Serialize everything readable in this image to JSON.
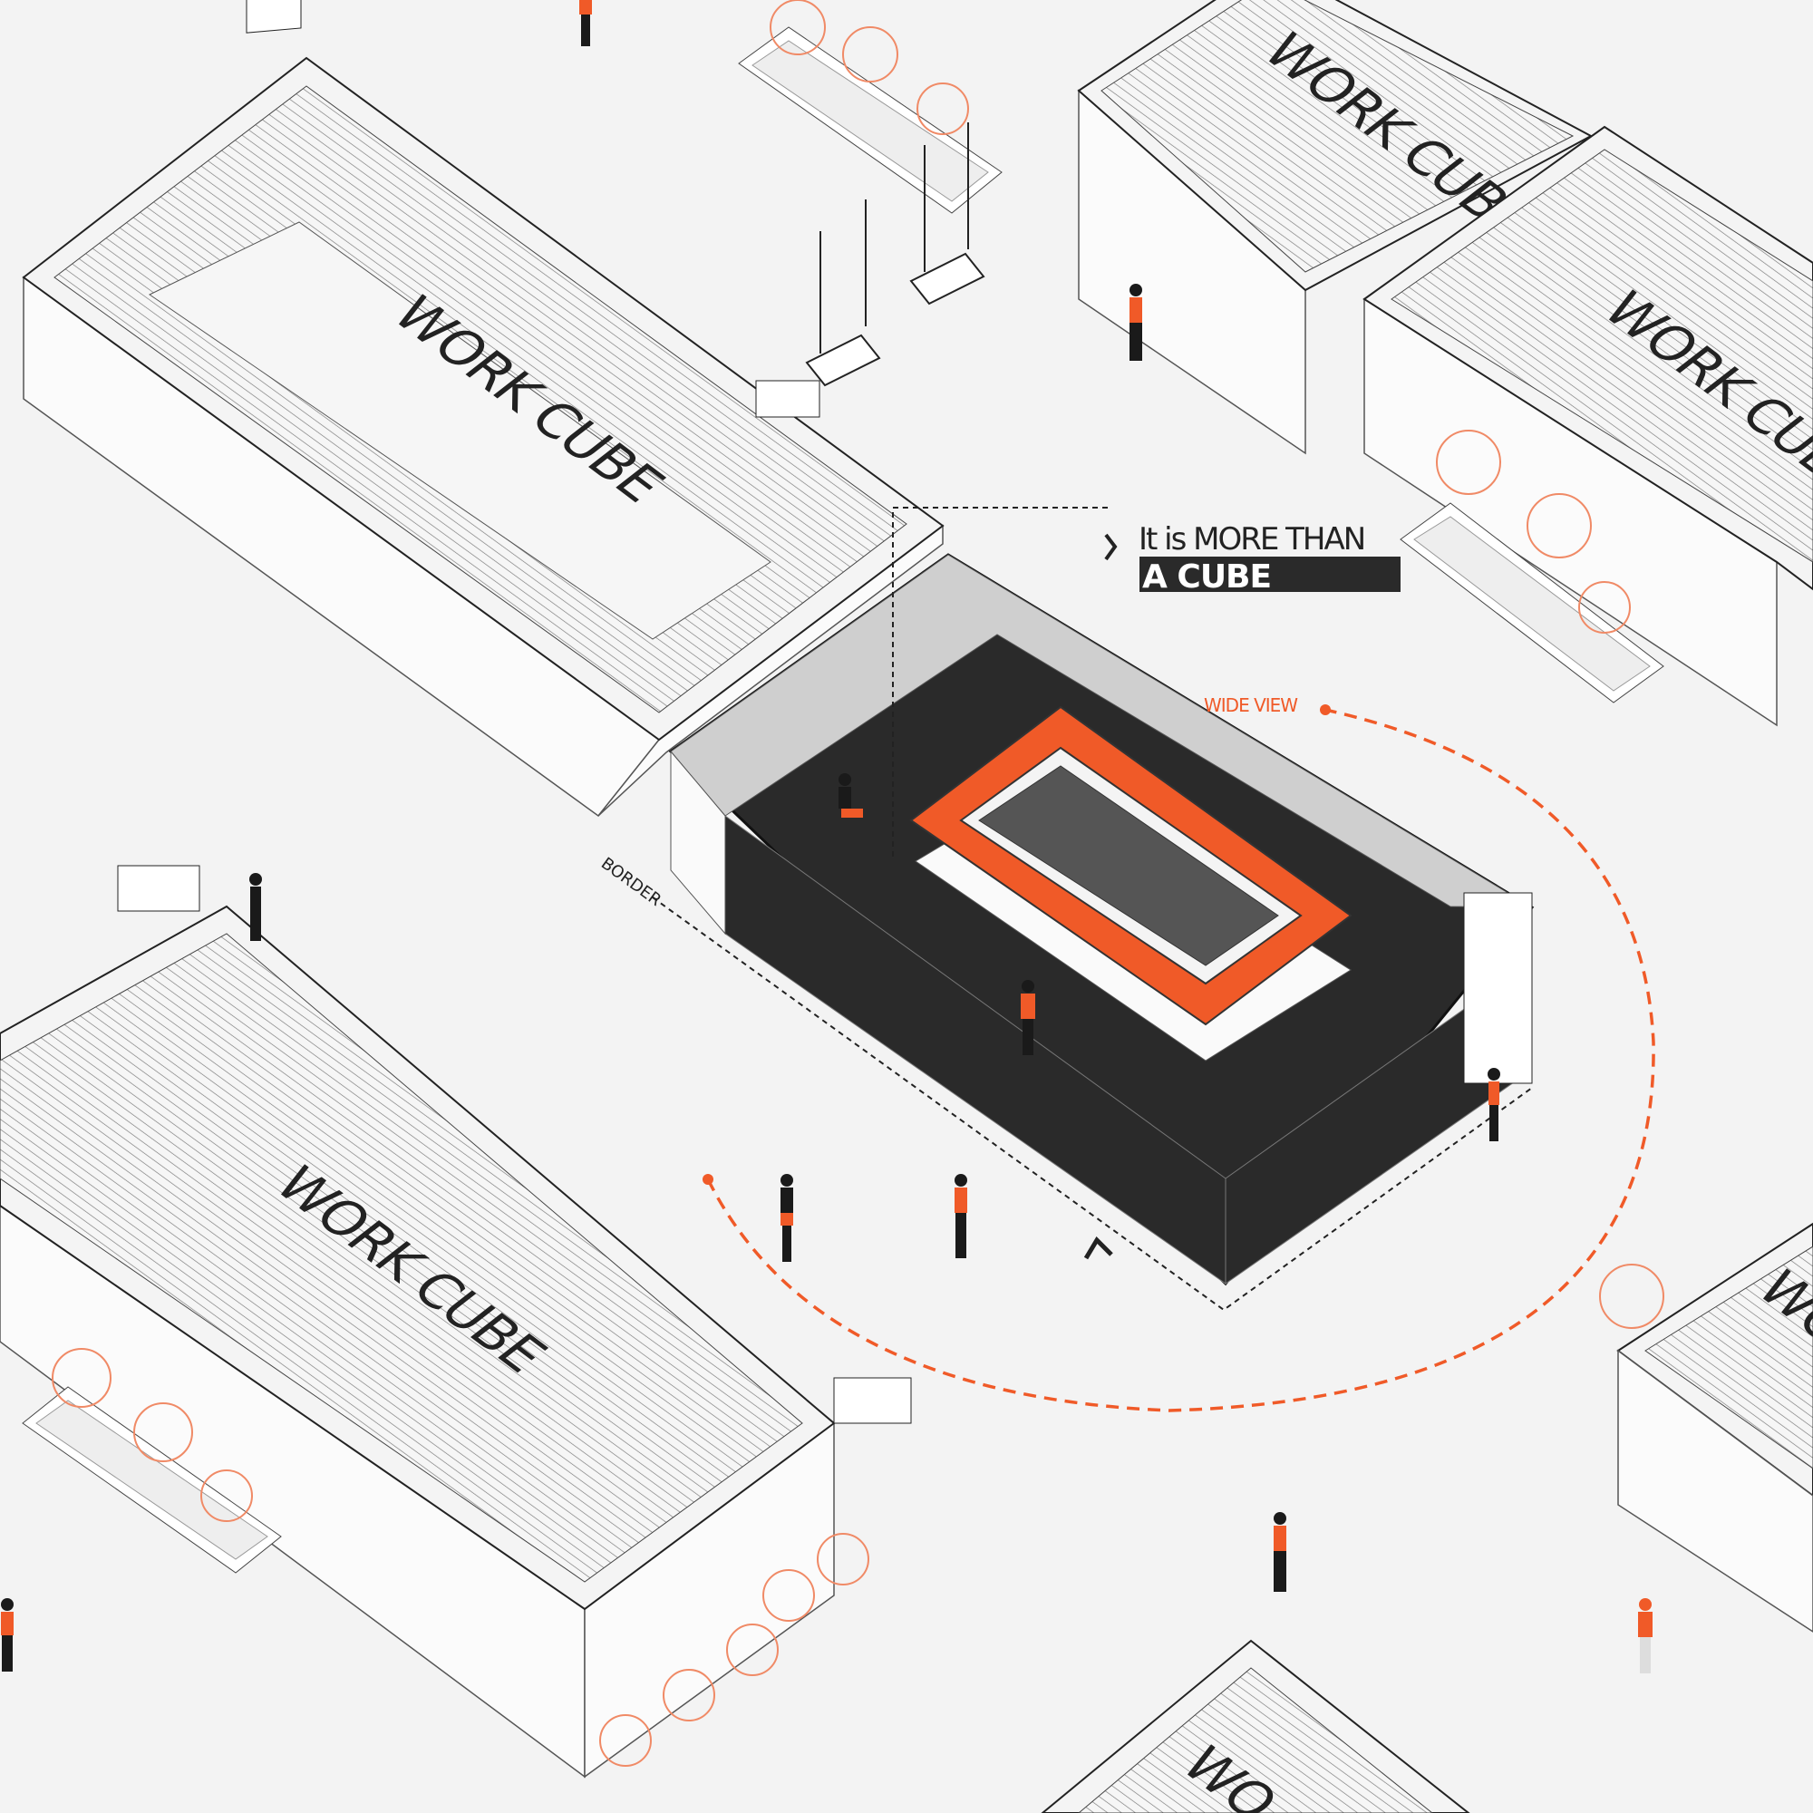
{
  "callout": {
    "headline": "It is MORE THAN",
    "subheadline": "A CUBE"
  },
  "labels": {
    "work_cube_top_left": "WORK CUBE",
    "work_cube_top_right": "WORK CUBE",
    "work_cube_right": "WORK CUBE",
    "work_cube_bottom_left": "WORK CUBE",
    "work_cube_right_edge": "WO",
    "work_cube_bottom_edge": "WO",
    "wide_view": "WIDE VIEW",
    "border": "BORDER"
  },
  "colors": {
    "accent": "#f05a28",
    "dark": "#2a2a2a",
    "background": "#f3f3f3"
  }
}
